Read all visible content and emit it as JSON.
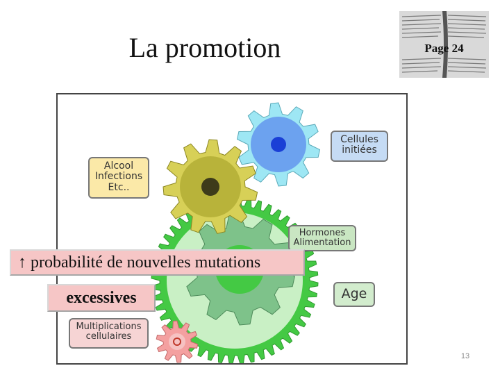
{
  "slide": {
    "title": "La promotion",
    "book_label": "Page 24",
    "page_number": "13"
  },
  "figure": {
    "boxes": {
      "alcool": [
        "Alcool",
        "Infections",
        "Etc.."
      ],
      "cellules": [
        "Cellules",
        "initiées"
      ],
      "hormones": [
        "Hormones",
        "Alimentation"
      ],
      "age": "Age",
      "multiplications": [
        "Multiplications",
        "cellulaires"
      ]
    },
    "gear_colors": {
      "blue": "#9ee7f4",
      "olive": "#b8b33a",
      "green_large": "#44c944",
      "green_inner": "#7ec28a",
      "red": "#f4a0a0"
    }
  },
  "overlays": {
    "probability": "↑ probabilité de nouvelles mutations",
    "excessive": "excessives"
  }
}
